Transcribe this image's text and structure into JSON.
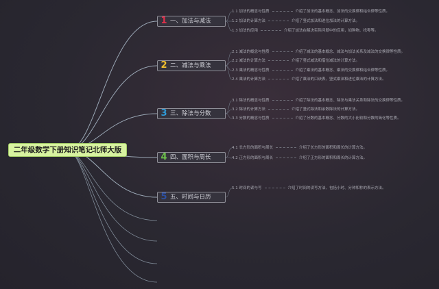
{
  "root": {
    "title": "二年级数学下册知识笔记北师大版"
  },
  "branches": [
    {
      "num": "1",
      "title": "一、加法与减法",
      "color": "#e0304a",
      "items": [
        {
          "label": "1.1 加法的概念与性质",
          "desc": "介绍了加法的基本概念、加法的交换律和结合律等性质。"
        },
        {
          "label": "1.2 加法的计算方法",
          "desc": "介绍了竖式加法和进位加法的计算方法。"
        },
        {
          "label": "1.3 加法的应用",
          "desc": "介绍了加法在解决实际问题中的应用，如购物、找零等。"
        }
      ]
    },
    {
      "num": "2",
      "title": "二、减法与乘法",
      "color": "#f2c12e",
      "items": [
        {
          "label": "2.1 减法的概念与性质",
          "desc": "介绍了减法的基本概念、减法与加法关系及减法的交换律等性质。"
        },
        {
          "label": "2.2 减法的计算方法",
          "desc": "介绍了竖式减法和借位减法的计算方法。"
        },
        {
          "label": "2.3 乘法的概念与性质",
          "desc": "介绍了乘法的基本概念、乘法的交换律和结合律等性质。"
        },
        {
          "label": "2.4 乘法的计算方法",
          "desc": "介绍了乘法的口诀表、竖式乘法和进位乘法的计算方法。"
        }
      ]
    },
    {
      "num": "3",
      "title": "三、除法与分数",
      "color": "#2f9bd8",
      "items": [
        {
          "label": "3.1 除法的概念与性质",
          "desc": "介绍了除法的基本概念、除法与乘法关系和除法的交换律等性质。"
        },
        {
          "label": "3.2 除法的计算方法",
          "desc": "介绍了竖式除法和余数除法的计算方法。"
        },
        {
          "label": "3.3 分数的概念与性质",
          "desc": "介绍了分数的基本概念、分数的大小比较和分数的简化等性质。"
        }
      ]
    },
    {
      "num": "4",
      "title": "四、面积与周长",
      "color": "#6cc04a",
      "items": [
        {
          "label": "4.1 长方形的面积与周长",
          "desc": "介绍了长方形的面积和周长的计算方法。"
        },
        {
          "label": "4.2 正方形的面积与周长",
          "desc": "介绍了正方形的面积和周长的计算方法。"
        }
      ]
    },
    {
      "num": "5",
      "title": "五、时间与日历",
      "color": "#2d4fa0",
      "items": [
        {
          "label": "5.1 时间的读与写",
          "desc": "介绍了时间的读写方法、包括小时、分钟和秒的表示方法。"
        }
      ]
    }
  ]
}
